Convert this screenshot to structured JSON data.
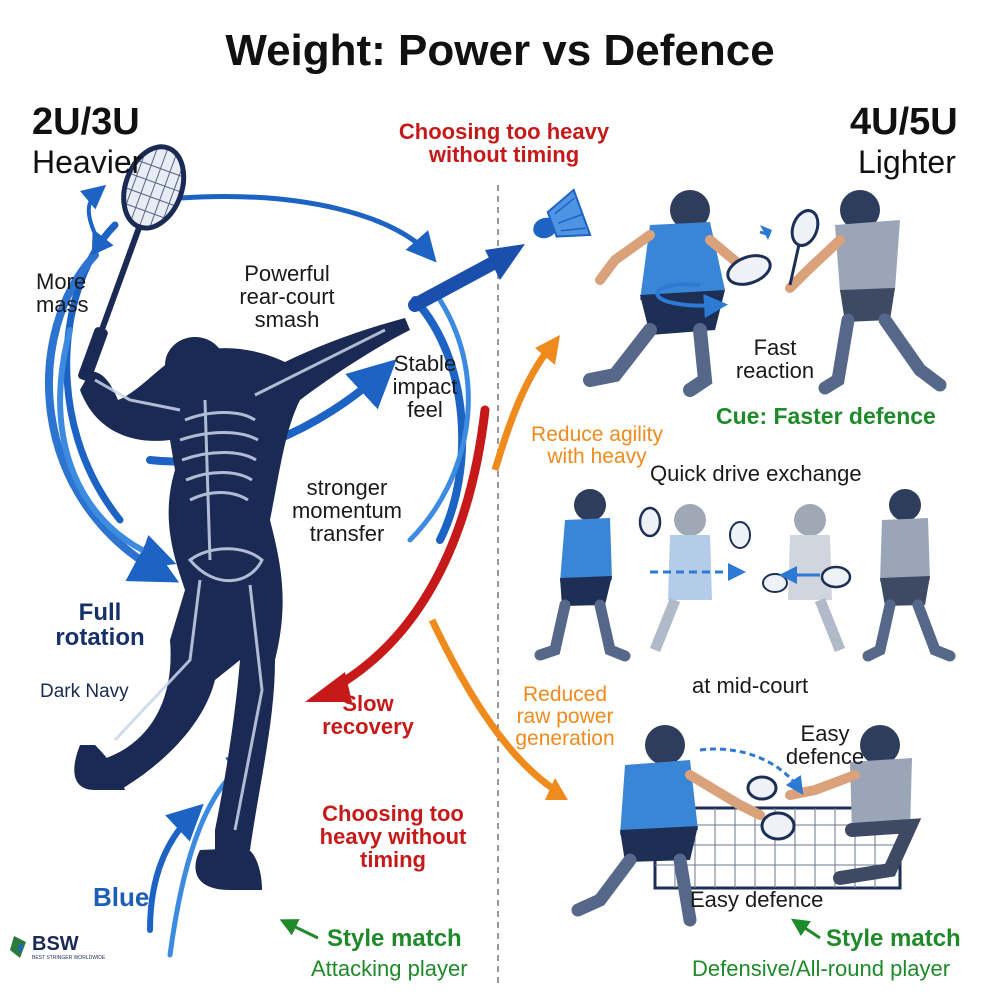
{
  "title": "Weight: Power vs Defence",
  "left": {
    "grade": "2U/3U",
    "weight": "Heavier",
    "labels": {
      "more_mass": "More\nmass",
      "smash": "Powerful\nrear-court\nsmash",
      "stable": "Stable\nimpact\nfeel",
      "momentum": "stronger\nmomentum\ntransfer",
      "rotation": "Full\nrotation",
      "dark_navy": "Dark Navy",
      "blue": "Blue",
      "slow_recovery": "Slow\nrecovery",
      "too_heavy_bottom": "Choosing too\nheavy without\ntiming"
    },
    "style_match": {
      "title": "Style match",
      "player": "Attacking player"
    }
  },
  "center": {
    "too_heavy_top": "Choosing too heavy\nwithout timing",
    "reduce_agility": "Reduce agility\nwith heavy",
    "reduced_power": "Reduced\nraw power\ngeneration"
  },
  "right": {
    "grade": "4U/5U",
    "weight": "Lighter",
    "labels": {
      "fast_reaction": "Fast\nreaction",
      "cue": "Cue: Faster defence",
      "drive": "Quick drive exchange",
      "mid_court": "at mid-court",
      "easy_defence_top": "Easy\ndefence",
      "easy_defence_bottom": "Easy defence"
    },
    "style_match": {
      "title": "Style match",
      "player": "Defensive/All-round player"
    }
  },
  "logo": {
    "text": "BSW",
    "tagline": "BEST STRINGER WORLDWIDE"
  },
  "colors": {
    "navy": "#1b2a55",
    "blue": "#1c63c4",
    "light_blue": "#3c8be0",
    "red": "#c61a1a",
    "orange": "#ef8a1c",
    "green": "#1e8a2a",
    "opponent_grey": "#8b96a8"
  },
  "icons": [
    "badminton-player-skeleton",
    "racket-icon",
    "shuttlecock-icon",
    "swing-arrow",
    "net-icon"
  ]
}
